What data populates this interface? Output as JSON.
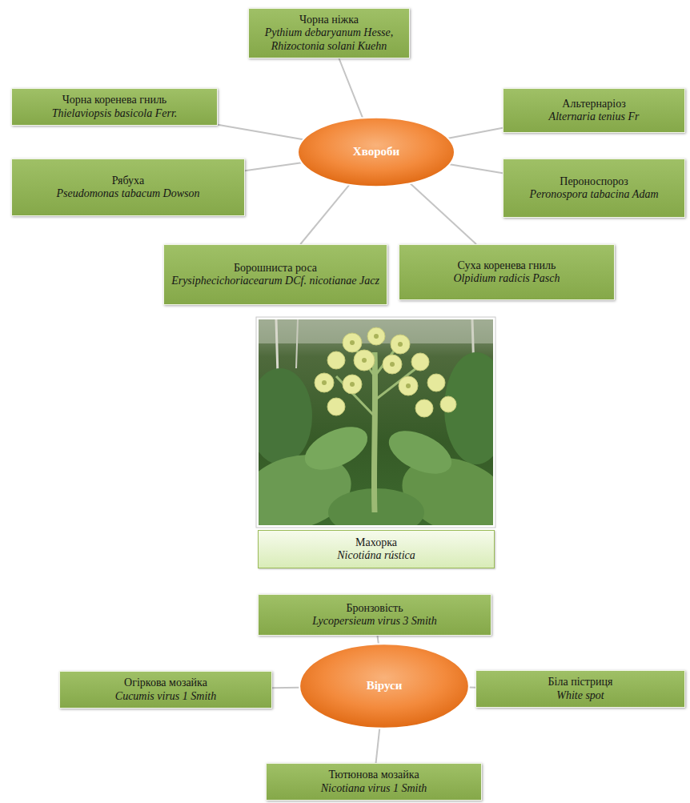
{
  "diagram": {
    "nodes": [
      {
        "text": [
          "Чорна ніжка",
          "Pythium debaryanum Hesse, Rhizoctonia solani Kuehn"
        ]
      },
      {
        "text": [
          "Чорна коренева гниль",
          "Thielaviopsis basicola Ferr."
        ]
      },
      {
        "text": [
          "Альтернаріоз",
          "Alternaria tenius Fr"
        ]
      },
      {
        "text": [
          "Хвороби"
        ]
      },
      {
        "text": [
          "Рябуха",
          "Pseudomonas tabacum Dowson"
        ]
      },
      {
        "text": [
          "Пероноспороз",
          "Peronospora tabacina Adam"
        ]
      },
      {
        "text": [
          "Борошниста роса",
          "Erysiphecichoriacearum DCf. nicotianae Jacz"
        ]
      },
      {
        "text": [
          "Суха коренева гниль",
          "Olpidium radicis Pasch"
        ]
      },
      {
        "text": [
          "Махорка",
          "Nicotiána rústica"
        ]
      },
      {
        "text": [
          "Бронзовість",
          "Lycopersieum virus 3 Smith"
        ]
      },
      {
        "text": [
          "Огіркова мозайка",
          "Cucumis virus 1 Smith"
        ]
      },
      {
        "text": [
          "Віруси"
        ]
      },
      {
        "text": [
          "Біла пістриця",
          "White spot"
        ]
      },
      {
        "text": [
          "Тютюнова мозайка",
          "Nicotiana virus 1 Smith"
        ]
      }
    ],
    "edges": [
      {
        "from": 3,
        "to": 0,
        "arrow": "none"
      },
      {
        "from": 3,
        "to": 1,
        "arrow": "none"
      },
      {
        "from": 3,
        "to": 2,
        "arrow": "none"
      },
      {
        "from": 3,
        "to": 4,
        "arrow": "none"
      },
      {
        "from": 3,
        "to": 5,
        "arrow": "none"
      },
      {
        "from": 3,
        "to": 6,
        "arrow": "none"
      },
      {
        "from": 3,
        "to": 7,
        "arrow": "none"
      },
      {
        "from": 11,
        "to": 9,
        "arrow": "none"
      },
      {
        "from": 11,
        "to": 10,
        "arrow": "none"
      },
      {
        "from": 11,
        "to": 12,
        "arrow": "none"
      },
      {
        "from": 11,
        "to": 13,
        "arrow": "none"
      }
    ]
  }
}
